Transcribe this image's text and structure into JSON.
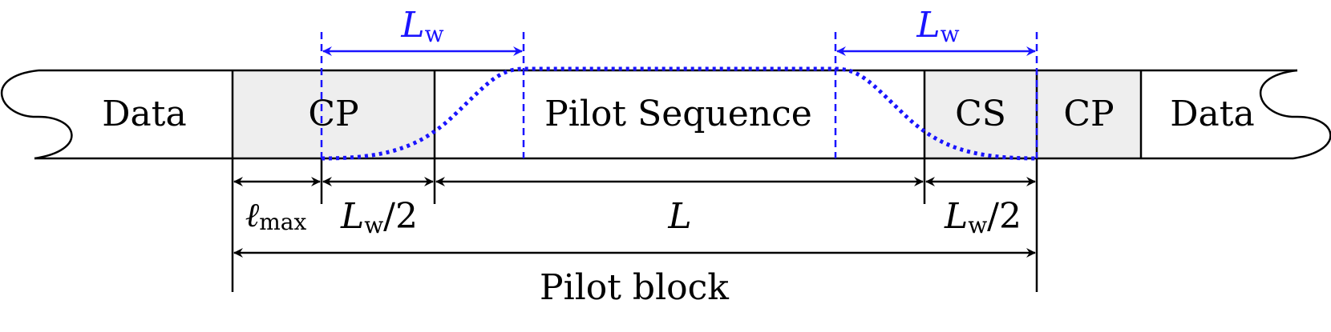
{
  "segments": {
    "data_left": "Data",
    "cp_left": "CP",
    "pilot_sequence": "Pilot Sequence",
    "cs": "CS",
    "cp_right": "CP",
    "data_right": "Data"
  },
  "window_length": {
    "symbol": "L",
    "subscript": "w"
  },
  "dimensions": {
    "l_max_symbol": "ℓ",
    "l_max_subscript": "max",
    "half_window_suffix": "/2",
    "sequence_length": "L",
    "pilot_block": "Pilot block"
  },
  "colors": {
    "window": "#1a14ff",
    "cyclic_fill": "#eeeeee",
    "outline": "#000000"
  }
}
